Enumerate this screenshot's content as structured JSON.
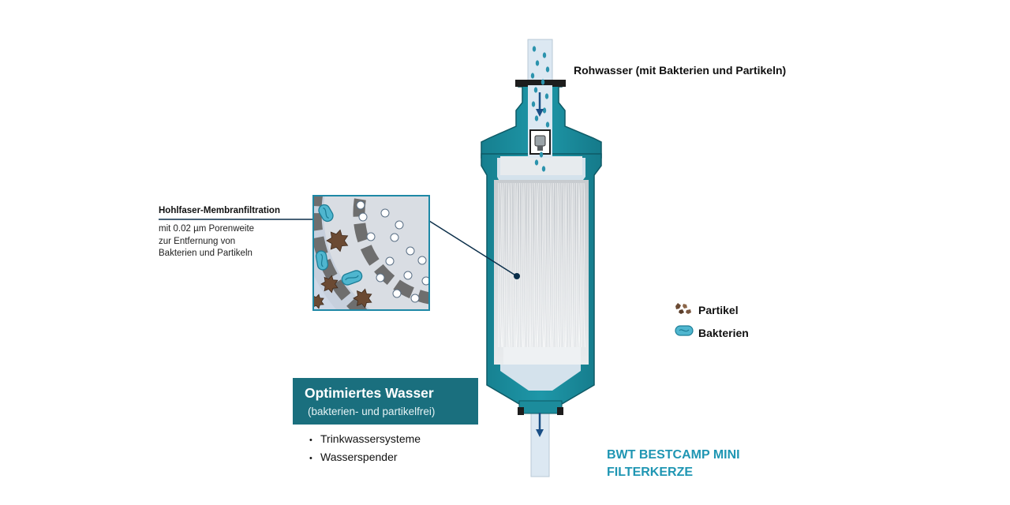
{
  "inlet_label": "Rohwasser (mit Bakterien und Partikeln)",
  "membrane": {
    "title": "Hohlfaser-Membranfiltration",
    "description": [
      "mit 0.02 µm Porenweite",
      "zur Entfernung von",
      "Bakterien und Partikeln"
    ]
  },
  "legend": {
    "particles": "Partikel",
    "bacteria": "Bakterien"
  },
  "output": {
    "title": "Optimiertes Wasser",
    "subtitle": "(bakterien- und partikelfrei)",
    "uses": [
      "Trinkwassersysteme",
      "Wasserspender"
    ]
  },
  "product": [
    "BWT BESTCAMP MINI",
    "FILTERKERZE"
  ],
  "colors": {
    "housing_teal": "#1c8c9c",
    "housing_dark": "#0f5f6c",
    "box_teal": "#1a6f7e",
    "product_blue": "#1f96b3",
    "water_light": "#dce8f2",
    "particle_brown": "#6b4a33",
    "bacteria_cyan": "#4fb6cf"
  },
  "icons": [
    "flow-arrow-icon",
    "particle-icon",
    "bacteria-icon"
  ]
}
